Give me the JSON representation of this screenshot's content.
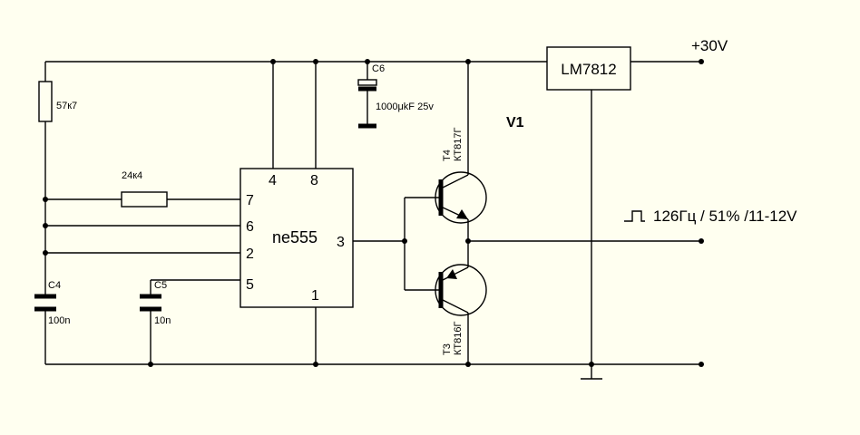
{
  "components": {
    "r_top": {
      "value": "57к7"
    },
    "r_mid": {
      "value": "24к4"
    },
    "c4": {
      "ref": "C4",
      "value": "100n"
    },
    "c5": {
      "ref": "C5",
      "value": "10n"
    },
    "c6": {
      "ref": "C6",
      "value": "1000μkF 25v"
    },
    "ic": {
      "name": "ne555",
      "pins": {
        "p4": "4",
        "p8": "8",
        "p7": "7",
        "p6": "6",
        "p2": "2",
        "p5": "5",
        "p3": "3",
        "p1": "1"
      }
    },
    "t4": {
      "ref": "T4",
      "type": "КТ817Г"
    },
    "t3": {
      "ref": "T3",
      "type": "КТ816Г"
    },
    "regulator": {
      "name": "LM7812"
    }
  },
  "labels": {
    "supply": "+30V",
    "title": "V1",
    "output": "126Гц / 51% /11-12V"
  },
  "icons": [
    "square-wave-icon",
    "ground-symbol-icon"
  ]
}
